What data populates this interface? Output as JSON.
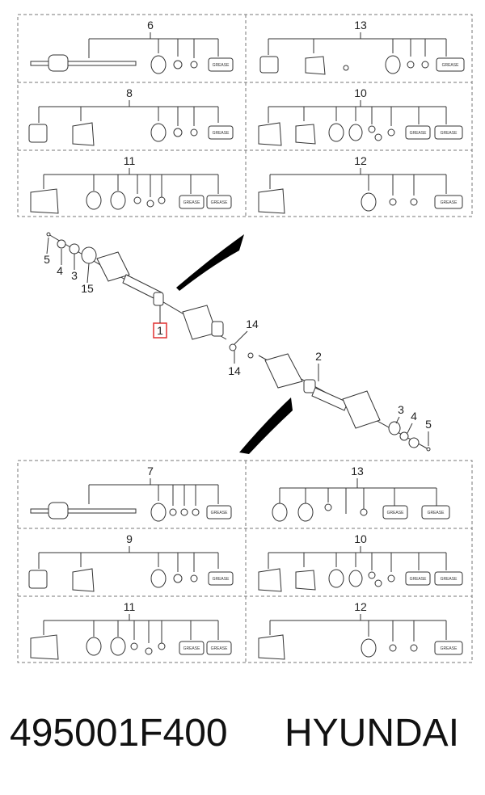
{
  "diagram": {
    "top_kits": [
      {
        "label": "6"
      },
      {
        "label": "13"
      },
      {
        "label": "8"
      },
      {
        "label": "10"
      },
      {
        "label": "11"
      },
      {
        "label": "12"
      }
    ],
    "bottom_kits": [
      {
        "label": "7"
      },
      {
        "label": "13"
      },
      {
        "label": "9"
      },
      {
        "label": "10"
      },
      {
        "label": "11"
      },
      {
        "label": "12"
      }
    ],
    "grease_label": "GREASE",
    "callouts": {
      "left_5": "5",
      "left_4": "4",
      "left_3": "3",
      "left_15": "15",
      "highlight_1": "1",
      "upper_14": "14",
      "lower_14": "14",
      "shaft_2": "2",
      "right_3": "3",
      "right_4": "4",
      "right_5": "5"
    },
    "highlight_color": "#e03030"
  },
  "caption": {
    "part_number": "495001F400",
    "brand": "HYUNDAI"
  }
}
